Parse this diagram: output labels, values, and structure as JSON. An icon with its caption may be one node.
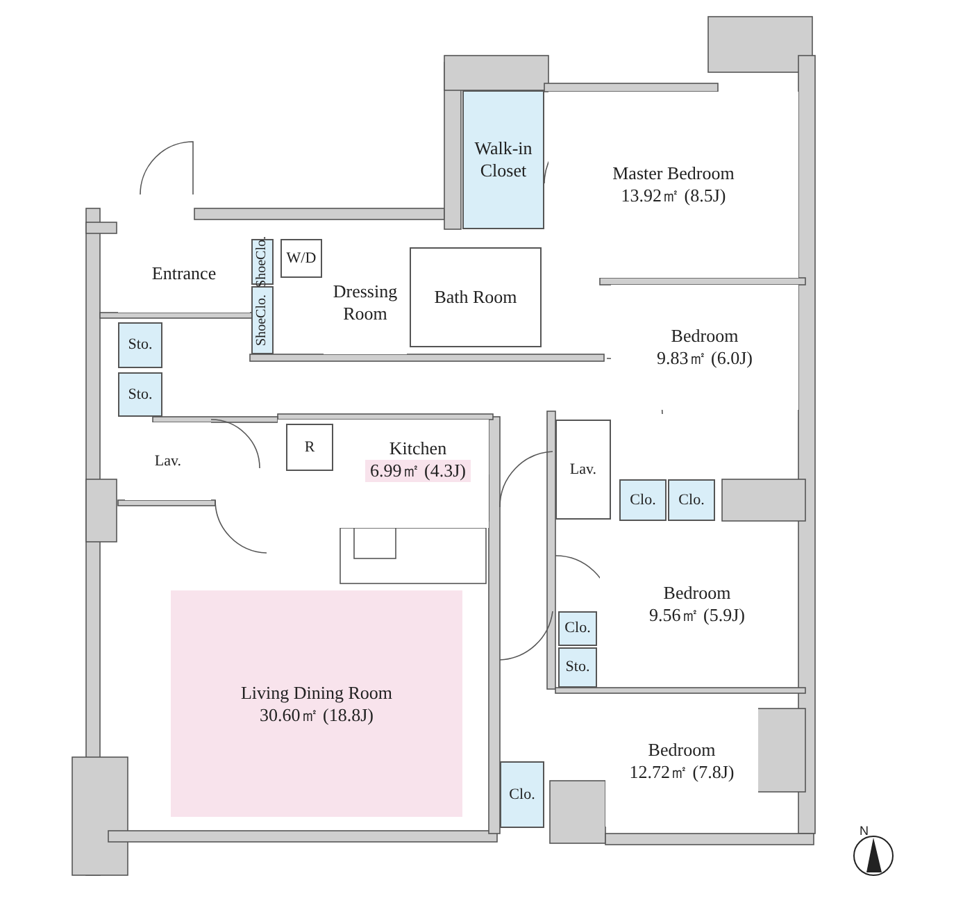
{
  "diagram": {
    "nodes": [
      {
        "text": [
          "Walk-in Closet"
        ]
      },
      {
        "text": [
          "Master Bedroom",
          "13.92㎡ (8.5J)"
        ]
      },
      {
        "text": [
          "Entrance"
        ]
      },
      {
        "text": [
          "ShoeClo."
        ]
      },
      {
        "text": [
          "ShoeClo."
        ]
      },
      {
        "text": [
          "W/D"
        ]
      },
      {
        "text": [
          "Dressing Room"
        ]
      },
      {
        "text": [
          "Bath Room"
        ]
      },
      {
        "text": [
          "Bedroom",
          "9.83㎡ (6.0J)"
        ]
      },
      {
        "text": [
          "Sto."
        ]
      },
      {
        "text": [
          "Sto."
        ]
      },
      {
        "text": [
          "Lav."
        ]
      },
      {
        "text": [
          "Kitchen",
          "6.99㎡ (4.3J)"
        ]
      },
      {
        "text": [
          "R"
        ],
        "in": 12
      },
      {
        "text": [
          "Lav."
        ]
      },
      {
        "text": [
          "Clo."
        ]
      },
      {
        "text": [
          "Clo."
        ]
      },
      {
        "text": [
          "Bedroom",
          "9.56㎡ (5.9J)"
        ]
      },
      {
        "text": [
          "Clo."
        ]
      },
      {
        "text": [
          "Sto."
        ]
      },
      {
        "text": [
          "Living Dining Room",
          "30.60㎡ (18.8J)"
        ]
      },
      {
        "text": [
          "Bedroom",
          "12.72㎡ (7.8J)"
        ]
      },
      {
        "text": [
          "Clo."
        ]
      }
    ],
    "edges": [],
    "labels": [
      "N"
    ]
  }
}
